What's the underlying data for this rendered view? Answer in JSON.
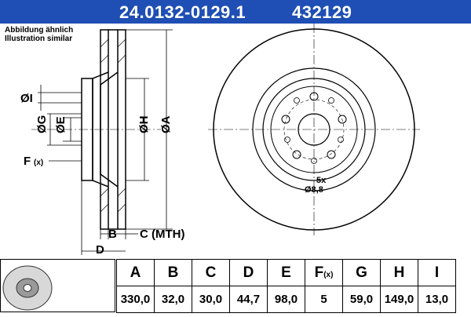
{
  "header": {
    "part_number": "24.0132-0129.1",
    "ref_number": "432129"
  },
  "note": {
    "line1": "Abbildung ähnlich",
    "line2": "Illustration similar"
  },
  "labels": {
    "I": "ØI",
    "G": "ØG",
    "E": "ØE",
    "H": "ØH",
    "A": "ØA",
    "F": "F",
    "F_sub": "(x)",
    "B": "B",
    "C": "C (MTH)",
    "D": "D",
    "holes": "5x",
    "hole_dia": "Ø8,8"
  },
  "colors": {
    "header_bg": "#1f4eb4",
    "header_text": "#ffffff",
    "line": "#000000"
  },
  "table": {
    "headers": [
      "A",
      "B",
      "C",
      "D",
      "E",
      "F",
      "G",
      "H",
      "I"
    ],
    "f_header_sub": "(x)",
    "values": [
      "330,0",
      "32,0",
      "30,0",
      "44,7",
      "98,0",
      "5",
      "59,0",
      "149,0",
      "13,0"
    ]
  }
}
